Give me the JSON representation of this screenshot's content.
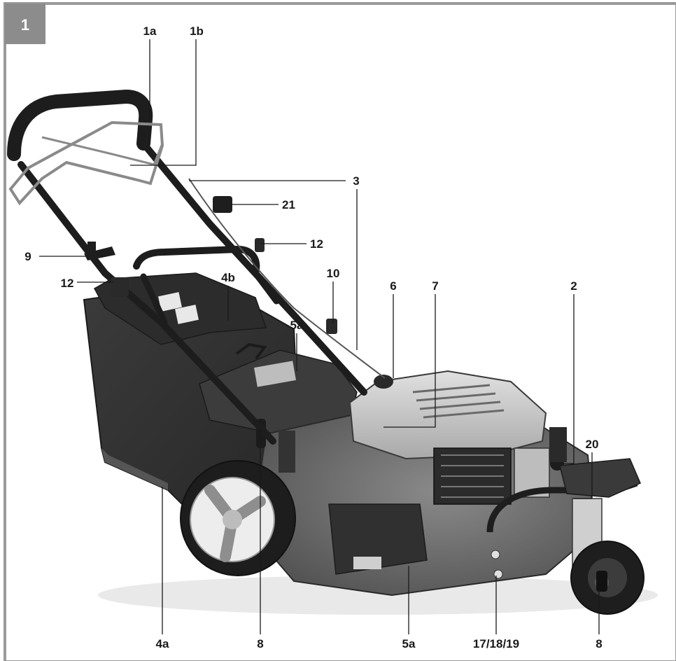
{
  "figure": {
    "number": "1",
    "frame_color": "#9a9a9a",
    "badge_color": "#8c8c8c"
  },
  "labels": {
    "l1a": "1a",
    "l1b": "1b",
    "l3": "3",
    "l21": "21",
    "l12_right": "12",
    "l9": "9",
    "l12_left": "12",
    "l4b": "4b",
    "l10": "10",
    "l6": "6",
    "l7": "7",
    "l2": "2",
    "l5a_top": "5a",
    "l20": "20",
    "l4a": "4a",
    "l8_left": "8",
    "l5a_bottom": "5a",
    "l17_18_19": "17/18/19",
    "l8_right": "8"
  }
}
